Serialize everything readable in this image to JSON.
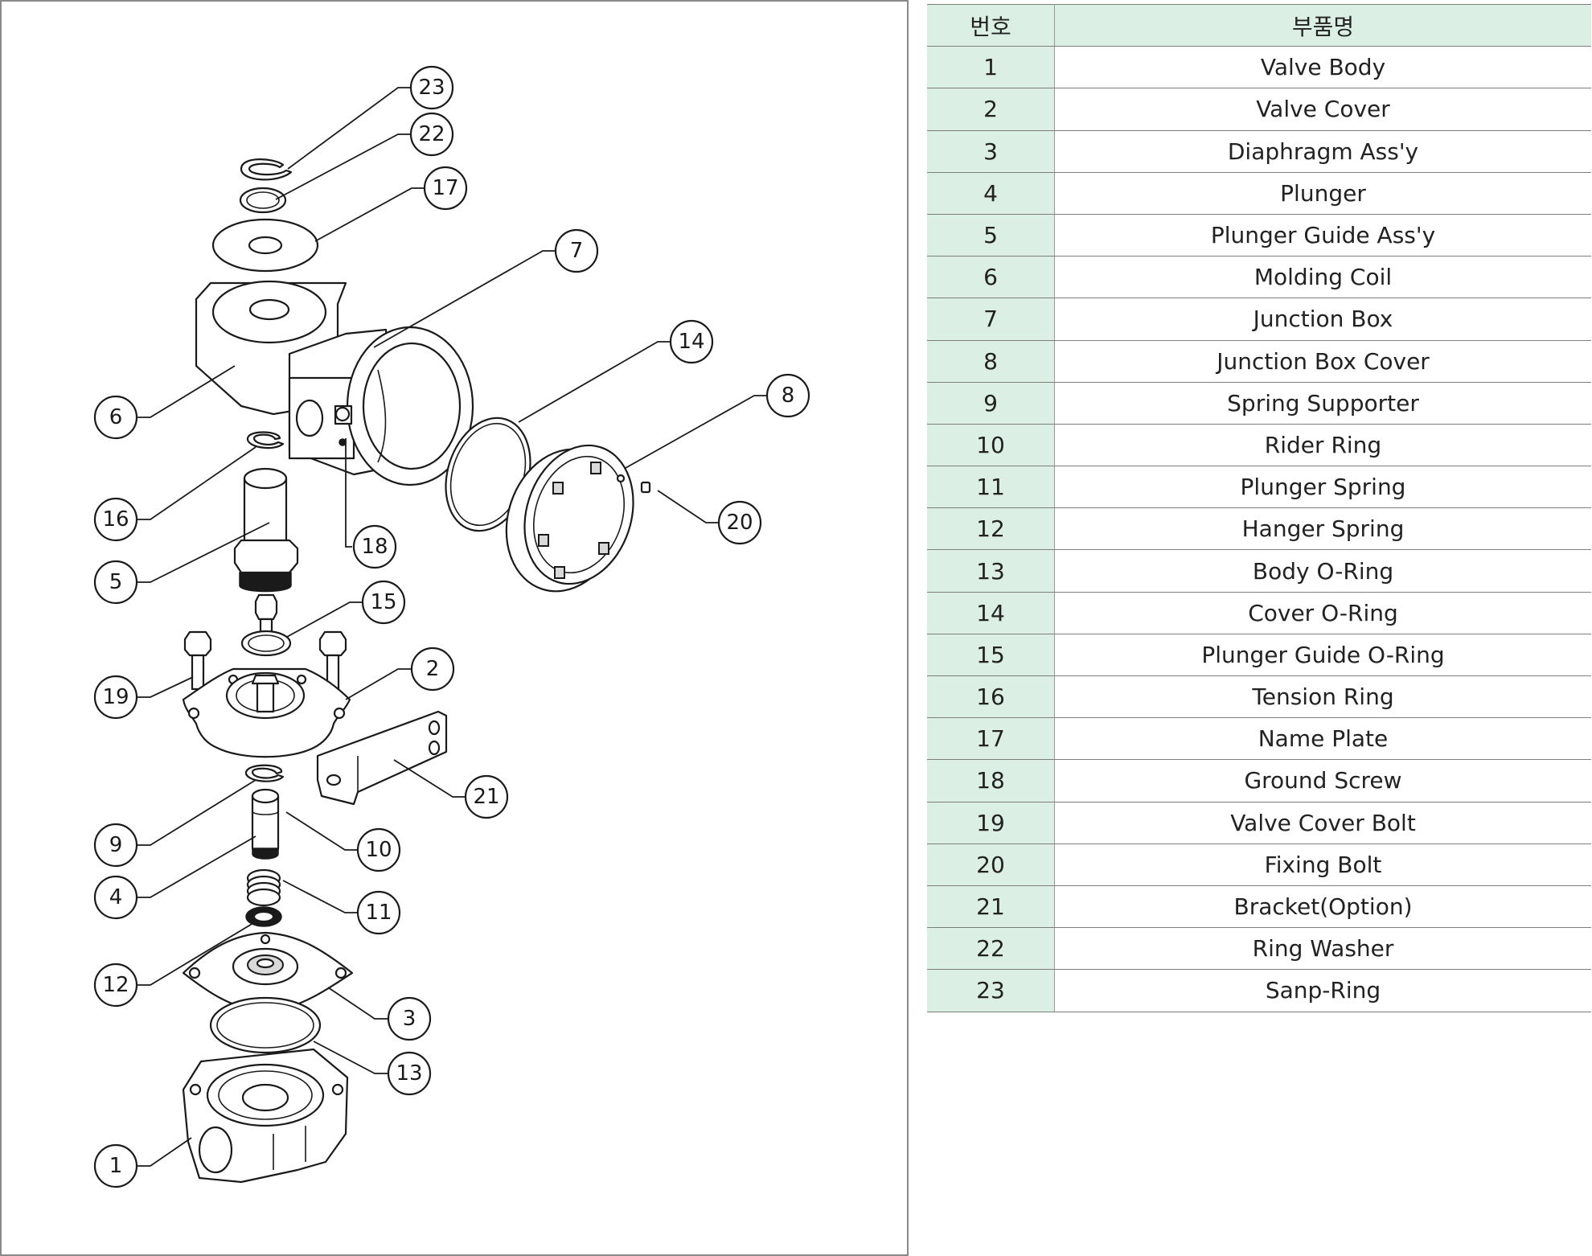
{
  "table": {
    "headers": {
      "number": "번호",
      "name": "부품명"
    },
    "rows": [
      {
        "no": "1",
        "name": "Valve Body"
      },
      {
        "no": "2",
        "name": "Valve Cover"
      },
      {
        "no": "3",
        "name": "Diaphragm Ass'y"
      },
      {
        "no": "4",
        "name": "Plunger"
      },
      {
        "no": "5",
        "name": "Plunger Guide Ass'y"
      },
      {
        "no": "6",
        "name": "Molding Coil"
      },
      {
        "no": "7",
        "name": "Junction Box"
      },
      {
        "no": "8",
        "name": "Junction Box Cover"
      },
      {
        "no": "9",
        "name": "Spring Supporter"
      },
      {
        "no": "10",
        "name": "Rider Ring"
      },
      {
        "no": "11",
        "name": "Plunger Spring"
      },
      {
        "no": "12",
        "name": "Hanger Spring"
      },
      {
        "no": "13",
        "name": "Body O-Ring"
      },
      {
        "no": "14",
        "name": "Cover O-Ring"
      },
      {
        "no": "15",
        "name": "Plunger Guide O-Ring"
      },
      {
        "no": "16",
        "name": "Tension Ring"
      },
      {
        "no": "17",
        "name": "Name Plate"
      },
      {
        "no": "18",
        "name": "Ground Screw"
      },
      {
        "no": "19",
        "name": "Valve Cover Bolt"
      },
      {
        "no": "20",
        "name": "Fixing Bolt"
      },
      {
        "no": "21",
        "name": "Bracket(Option)"
      },
      {
        "no": "22",
        "name": "Ring Washer"
      },
      {
        "no": "23",
        "name": "Sanp-Ring"
      }
    ]
  },
  "diagram": {
    "callouts": [
      "23",
      "22",
      "17",
      "7",
      "14",
      "8",
      "6",
      "16",
      "18",
      "20",
      "5",
      "15",
      "19",
      "2",
      "21",
      "9",
      "10",
      "4",
      "11",
      "12",
      "3",
      "13",
      "1"
    ]
  }
}
